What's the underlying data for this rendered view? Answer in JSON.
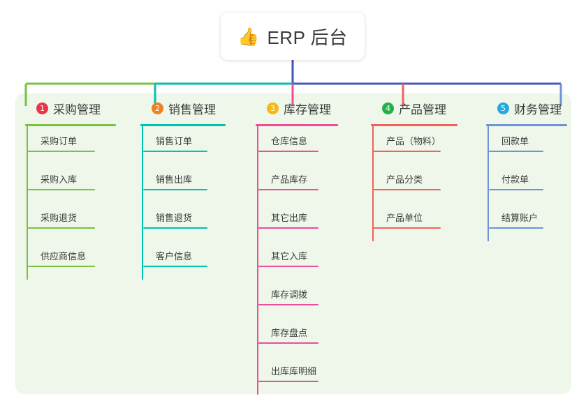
{
  "root": {
    "icon": "thumbs-up-icon",
    "emoji": "👍",
    "title": "ERP 后台"
  },
  "panel": {
    "background_color": "#eef7e9"
  },
  "connectors": {
    "trunk_color": "#4055b8",
    "bus_left_color": "#7ac143",
    "bus_mid_color": "#00bfae",
    "bus_right_color": "#4a55bb"
  },
  "columns": [
    {
      "number": "1",
      "badge_color": "#e8374a",
      "accent_color": "#7ac143",
      "title": "采购管理",
      "items": [
        "采购订单",
        "采购入库",
        "采购退货",
        "供应商信息"
      ]
    },
    {
      "number": "2",
      "badge_color": "#f08021",
      "accent_color": "#00c2b0",
      "title": "销售管理",
      "items": [
        "销售订单",
        "销售出库",
        "销售退货",
        "客户信息"
      ]
    },
    {
      "number": "3",
      "badge_color": "#f5b917",
      "accent_color": "#ee4d9b",
      "title": "库存管理",
      "items": [
        "仓库信息",
        "产品库存",
        "其它出库",
        "其它入库",
        "库存调拨",
        "库存盘点",
        "出库库明细"
      ]
    },
    {
      "number": "4",
      "badge_color": "#22b24c",
      "accent_color": "#f0625c",
      "title": "产品管理",
      "items": [
        "产品（物料）",
        "产品分类",
        "产品单位"
      ]
    },
    {
      "number": "5",
      "badge_color": "#25a9e0",
      "accent_color": "#6f93d6",
      "title": "财务管理",
      "items": [
        "回款单",
        "付款单",
        "结算账户"
      ]
    }
  ]
}
